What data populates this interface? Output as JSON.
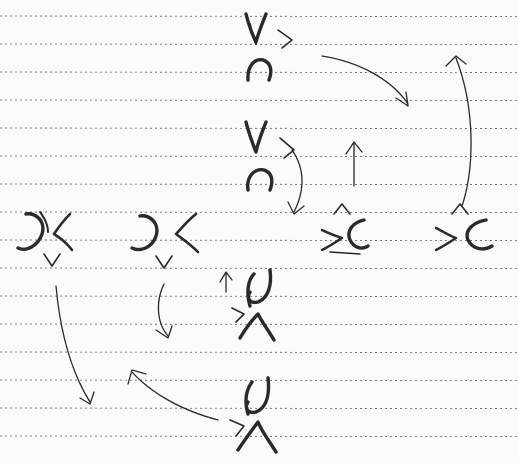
{
  "page": {
    "background": "#fbfbfb"
  },
  "notebook": {
    "line_color": "#b8b8b8",
    "ink_color": "#2a2a2a"
  },
  "glyphs": [
    {
      "id": "glyph-top-1",
      "orientation": "up"
    },
    {
      "id": "glyph-top-2",
      "orientation": "up"
    },
    {
      "id": "glyph-right-1",
      "orientation": "left"
    },
    {
      "id": "glyph-right-2",
      "orientation": "left"
    },
    {
      "id": "glyph-left-1",
      "orientation": "right"
    },
    {
      "id": "glyph-left-2",
      "orientation": "right"
    },
    {
      "id": "glyph-bottom-1",
      "orientation": "down"
    },
    {
      "id": "glyph-bottom-2",
      "orientation": "down"
    }
  ]
}
